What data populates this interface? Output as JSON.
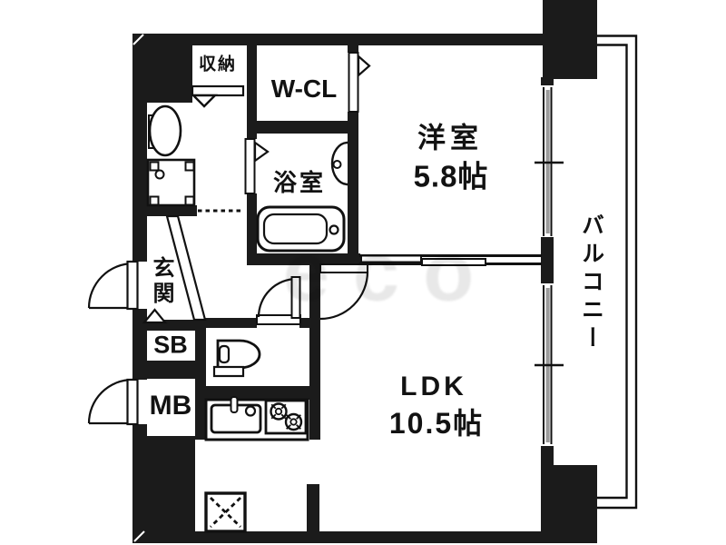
{
  "floor_plan": {
    "rooms": {
      "storage": {
        "label": "収納"
      },
      "walk_in_closet": {
        "label": "W-CL"
      },
      "bathroom": {
        "label": "浴室"
      },
      "western_room": {
        "label": "洋室",
        "size": "5.8帖"
      },
      "ldk": {
        "label": "LDK",
        "size": "10.5帖"
      },
      "entrance": {
        "label": "玄関"
      },
      "shoe_box": {
        "label": "SB"
      },
      "meter_box": {
        "label": "MB"
      },
      "balcony": {
        "label": "バルコニー"
      }
    },
    "fixtures": {
      "washbasin": "vanity-basin",
      "washing_machine_pan": "washing-machine-pan",
      "bathtub": "bathtub",
      "bath_sink": "wall-basin",
      "toilet": "toilet",
      "kitchen_sink": "kitchen-sink",
      "gas_stove": "two-burner-stove",
      "x_box": "pipe-space-x-box"
    },
    "watermark": "eco",
    "colors": {
      "wall": "#1b1b1b",
      "line": "#111111",
      "window_glass": "#9b9b9b",
      "background": "#ffffff"
    }
  }
}
